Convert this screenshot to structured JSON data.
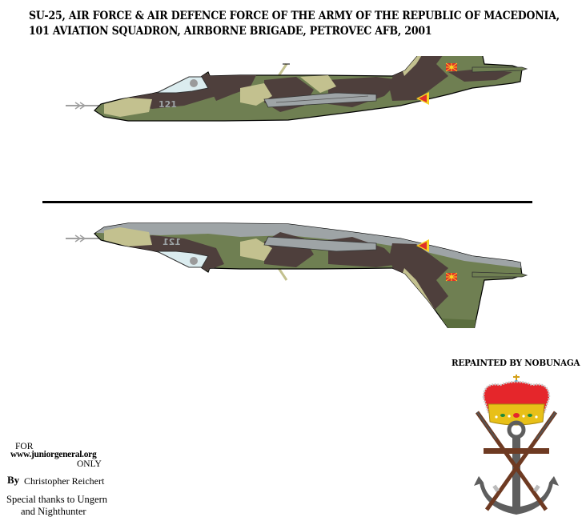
{
  "title": {
    "line1": "SU-25, Air Force & Air Defence Force of the Army of the Republic of Macedonia,",
    "line2": "101 Aviation Squadron, Airborne Brigade, Petrovec AFB, 2001"
  },
  "aircraft": {
    "top": {
      "view": "left-side profile",
      "tail_number": "121"
    },
    "bottom": {
      "view": "right-side profile (mirrored)",
      "tail_number": "121"
    }
  },
  "repaint_credit": "Repainted by Nobunaga",
  "emblem": {
    "icon": "crowned-anchor-crossed-rifles-emblem"
  },
  "credits": {
    "for_label": "FOR",
    "url": "www.juniorgeneral.org",
    "only_label": "ONLY",
    "by_label": "By",
    "author": "Christopher Reichert",
    "thanks_line1": "Special thanks to Ungern",
    "thanks_line2": "and Nighthunter"
  },
  "colors": {
    "camo_dark_green": "#5b6e3e",
    "camo_olive": "#6f7f52",
    "camo_brown": "#4e3f3c",
    "camo_sand": "#c3c18f",
    "underside_grey": "#9ea4a6",
    "insignia_red": "#e0302a",
    "insignia_yellow": "#f6d323",
    "crown_red": "#e5262b",
    "crown_gold": "#e8c018",
    "anchor_grey": "#5e5e5e",
    "rifle_brown": "#6e3a22"
  }
}
